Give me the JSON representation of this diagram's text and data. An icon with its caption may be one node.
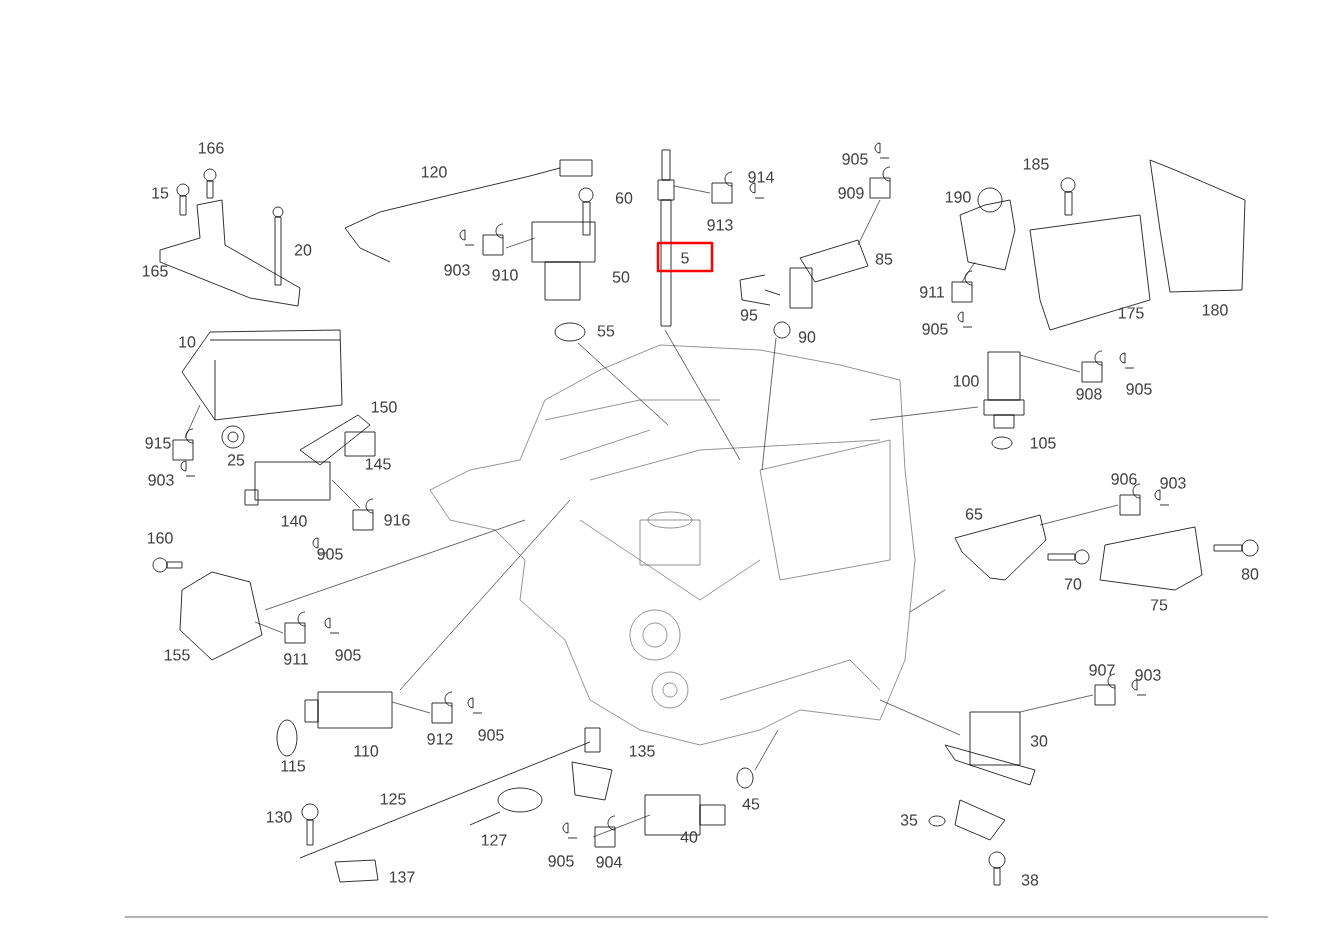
{
  "diagram": {
    "labels": [
      "166",
      "15",
      "120",
      "914",
      "905",
      "909",
      "185",
      "60",
      "190",
      "20",
      "913",
      "5",
      "85",
      "165",
      "903",
      "910",
      "50",
      "911",
      "95",
      "175",
      "180",
      "55",
      "905",
      "90",
      "10",
      "150",
      "100",
      "908",
      "905",
      "915",
      "25",
      "105",
      "145",
      "903",
      "906",
      "903",
      "65",
      "140",
      "916",
      "160",
      "905",
      "70",
      "80",
      "75",
      "155",
      "911",
      "905",
      "907",
      "903",
      "115",
      "110",
      "912",
      "905",
      "135",
      "30",
      "125",
      "45",
      "130",
      "35",
      "127",
      "40",
      "905",
      "904",
      "137",
      "38"
    ]
  }
}
